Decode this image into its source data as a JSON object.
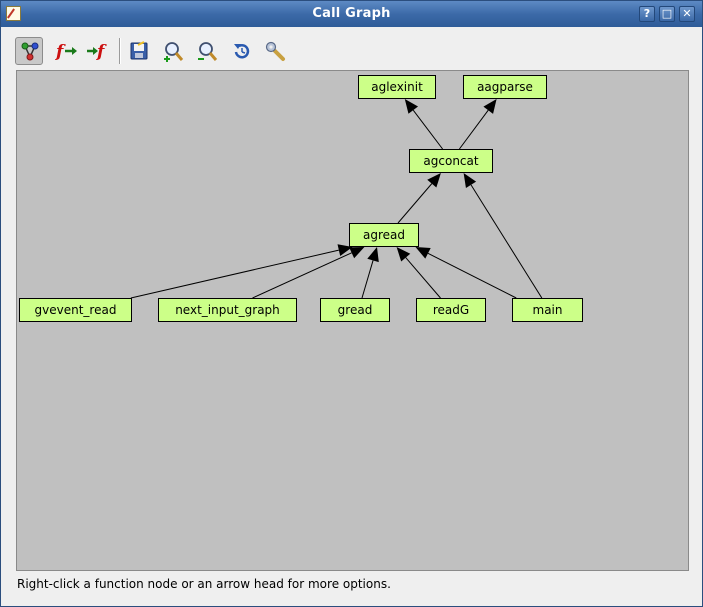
{
  "window": {
    "title": "Call Graph",
    "buttons": {
      "help": "?",
      "maximize": "□",
      "close": "✕"
    }
  },
  "toolbar": {
    "tools": [
      {
        "name": "call-graph-tool",
        "icon": "graph-nodes-icon",
        "active": true
      },
      {
        "name": "show-callees-tool",
        "icon": "function-arrow-out-icon"
      },
      {
        "name": "show-callers-tool",
        "icon": "function-arrow-in-icon"
      },
      {
        "name": "save-tool",
        "icon": "save-icon"
      },
      {
        "name": "zoom-in-tool",
        "icon": "zoom-in-icon"
      },
      {
        "name": "zoom-out-tool",
        "icon": "zoom-out-icon"
      },
      {
        "name": "reset-view-tool",
        "icon": "reset-icon"
      },
      {
        "name": "settings-tool",
        "icon": "wrench-icon"
      }
    ]
  },
  "graph": {
    "nodes": [
      {
        "id": "aglexinit",
        "label": "aglexinit"
      },
      {
        "id": "aagparse",
        "label": "aagparse"
      },
      {
        "id": "agconcat",
        "label": "agconcat"
      },
      {
        "id": "agread",
        "label": "agread"
      },
      {
        "id": "gvevent_read",
        "label": "gvevent_read"
      },
      {
        "id": "next_input_graph",
        "label": "next_input_graph"
      },
      {
        "id": "gread",
        "label": "gread"
      },
      {
        "id": "readG",
        "label": "readG"
      },
      {
        "id": "main",
        "label": "main"
      }
    ],
    "edges": [
      {
        "from": "agconcat",
        "to": "aglexinit"
      },
      {
        "from": "agconcat",
        "to": "aagparse"
      },
      {
        "from": "agread",
        "to": "agconcat"
      },
      {
        "from": "main",
        "to": "agconcat"
      },
      {
        "from": "gvevent_read",
        "to": "agread"
      },
      {
        "from": "next_input_graph",
        "to": "agread"
      },
      {
        "from": "gread",
        "to": "agread"
      },
      {
        "from": "readG",
        "to": "agread"
      },
      {
        "from": "main",
        "to": "agread"
      }
    ],
    "colors": {
      "node_fill": "#ccff88",
      "canvas": "#c0c0c0"
    }
  },
  "status": {
    "text": "Right-click a function node or an arrow head for more options."
  }
}
